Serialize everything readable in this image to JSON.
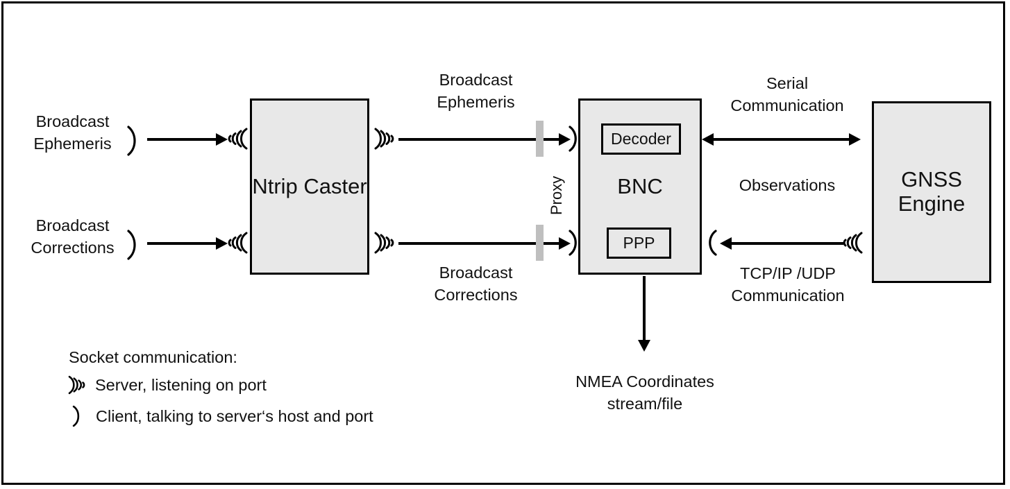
{
  "diagram": {
    "title": "BNC data flow diagram",
    "frame_border_color": "#000000",
    "node_fill_color": "#E8E8E8",
    "proxy_bar_color": "#BFBFBF"
  },
  "nodes": {
    "ntrip_caster": "Ntrip\nCaster",
    "bnc": "BNC",
    "gnss_engine": "GNSS\nEngine",
    "decoder": "Decoder",
    "ppp": "PPP"
  },
  "labels": {
    "input_ephemeris": "Broadcast\nEphemeris",
    "input_corrections": "Broadcast\nCorrections",
    "mid_ephemeris": "Broadcast\nEphemeris",
    "mid_corrections": "Broadcast\nCorrections",
    "proxy": "Proxy",
    "serial_communication": "Serial\nCommunication",
    "observations": "Observations",
    "tcp_udp_communication": "TCP/IP /UDP\nCommunication",
    "nmea_output": "NMEA Coordinates\nstream/file"
  },
  "legend": {
    "heading": "Socket communication:",
    "items": [
      {
        "icon": "server-antenna-icon",
        "text": "Server, listening on port"
      },
      {
        "icon": "client-arc-icon",
        "text": "Client, talking to server‘s host and port"
      }
    ]
  }
}
